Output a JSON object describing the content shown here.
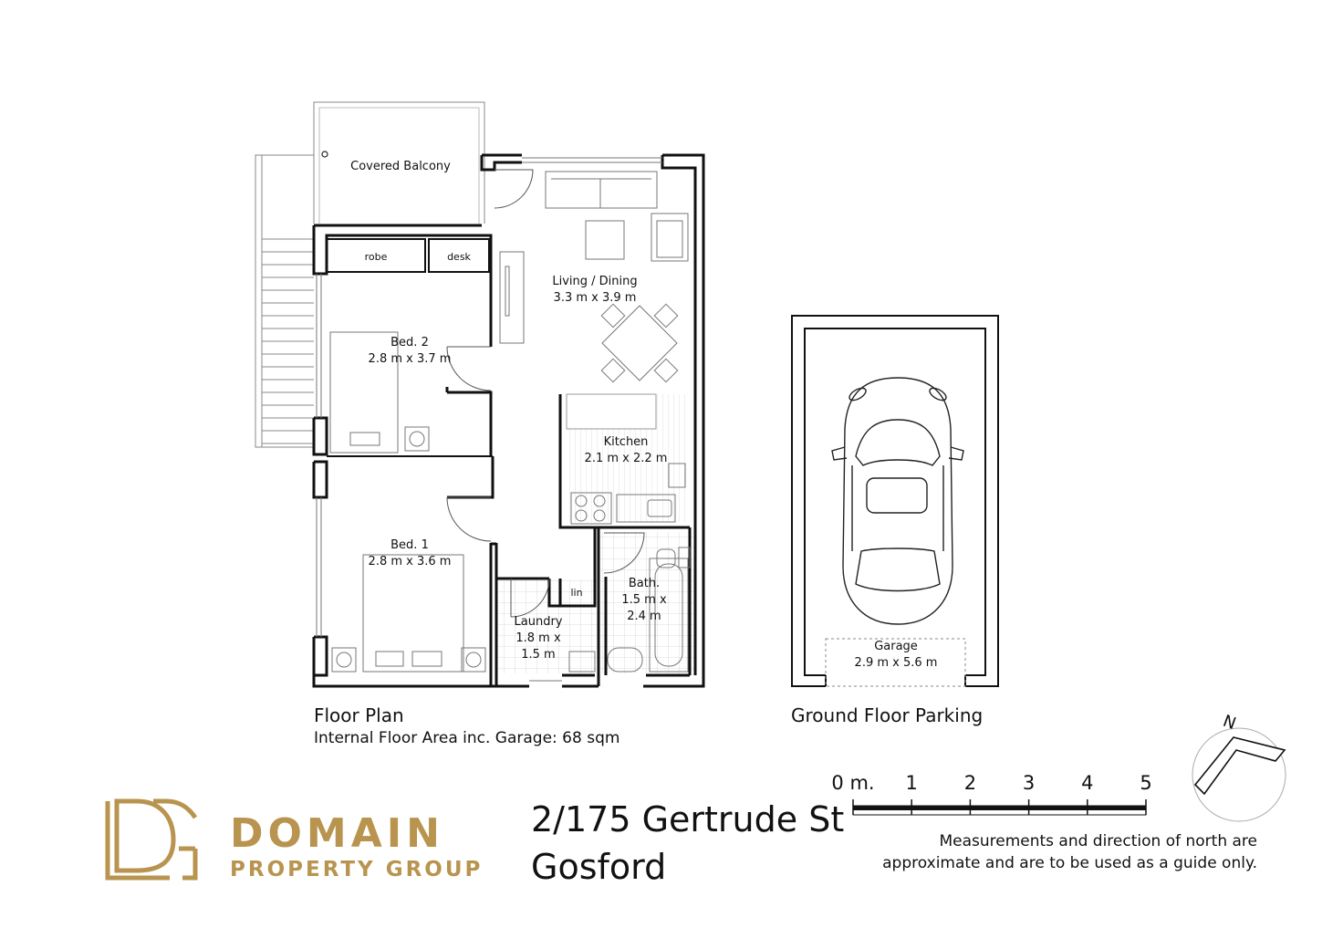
{
  "rooms": {
    "balcony": {
      "name": "Covered Balcony"
    },
    "living": {
      "name": "Living / Dining",
      "size": "3.3 m x 3.9 m"
    },
    "bed2": {
      "name": "Bed. 2",
      "size": "2.8 m x 3.7 m"
    },
    "robe": {
      "name": "robe"
    },
    "desk": {
      "name": "desk"
    },
    "kitchen": {
      "name": "Kitchen",
      "size": "2.1 m x 2.2 m"
    },
    "bed1": {
      "name": "Bed. 1",
      "size": "2.8 m x 3.6 m"
    },
    "lin": {
      "name": "lin"
    },
    "laundry": {
      "name": "Laundry",
      "size_line1": "1.8 m x",
      "size_line2": "1.5 m"
    },
    "bath": {
      "name": "Bath.",
      "size_line1": "1.5 m x",
      "size_line2": "2.4 m"
    },
    "garage": {
      "name": "Garage",
      "size": "2.9 m x 5.6 m"
    }
  },
  "captions": {
    "floor_plan": "Floor Plan",
    "area": "Internal Floor Area inc. Garage: 68 sqm",
    "parking": "Ground Floor Parking"
  },
  "address": {
    "line1": "2/175 Gertrude St",
    "line2": "Gosford"
  },
  "brand": {
    "line1": "DOMAIN",
    "line2": "PROPERTY GROUP",
    "color": "#b8944f"
  },
  "scale": {
    "labels": [
      "0 m.",
      "1",
      "2",
      "3",
      "4",
      "5"
    ]
  },
  "compass": {
    "label": "N"
  },
  "disclaimer": {
    "line1": "Measurements and direction of north are",
    "line2": "approximate and are to be used as a guide only."
  }
}
